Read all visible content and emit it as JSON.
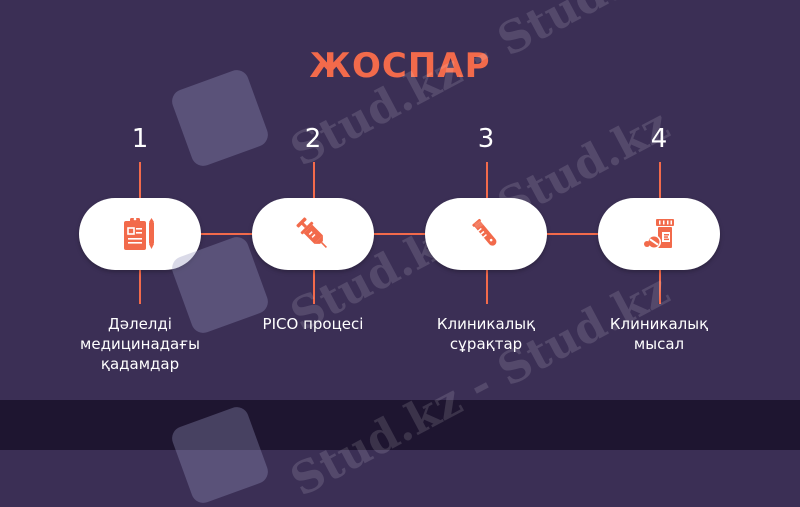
{
  "slide": {
    "title": "ЖОСПАР",
    "colors": {
      "background": "#3b2f55",
      "footer": "#1e1530",
      "accent": "#f26a4b",
      "pill": "#ffffff",
      "text": "#ffffff"
    },
    "steps": [
      {
        "number": "1",
        "icon": "clipboard-pencil-icon",
        "label_lines": [
          "Дәлелді",
          "медицинадағы",
          "қадамдар"
        ]
      },
      {
        "number": "2",
        "icon": "syringe-icon",
        "label_lines": [
          "PICO процесі"
        ]
      },
      {
        "number": "3",
        "icon": "test-tube-icon",
        "label_lines": [
          "Клиникалық",
          "сұрақтар"
        ]
      },
      {
        "number": "4",
        "icon": "pill-bottle-icon",
        "label_lines": [
          "Клиникалық",
          "мысал"
        ]
      }
    ],
    "watermark": "Stud.kz - Stud.kz"
  }
}
